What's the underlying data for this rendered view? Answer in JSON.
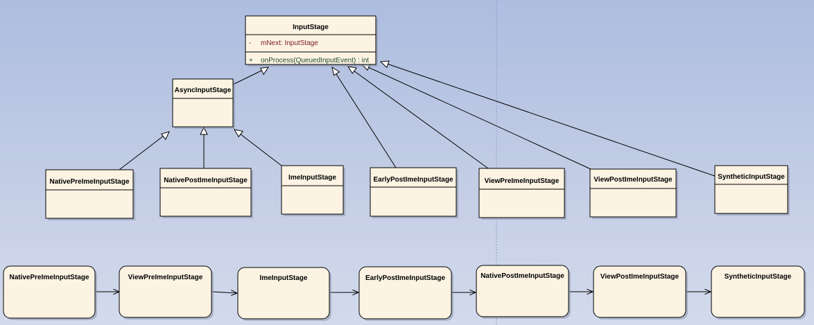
{
  "base_class": {
    "name": "InputStage",
    "attribute": {
      "visibility": "-",
      "text": "mNext:  InputStage"
    },
    "operation": {
      "visibility": "+",
      "text": "onProcess(QueuedInputEvent) : int"
    }
  },
  "async_class": {
    "name": "AsyncInputStage"
  },
  "subclasses": [
    {
      "name": "NativePreImeInputStage"
    },
    {
      "name": "NativePostImeInputStage"
    },
    {
      "name": "ImeInputStage"
    },
    {
      "name": "EarlyPostImeInputStage"
    },
    {
      "name": "ViewPreImeInputStage"
    },
    {
      "name": "ViewPostImeInputStage"
    },
    {
      "name": "SyntheticInputStage"
    }
  ],
  "pipeline": [
    {
      "name": "NativePreImeInputStage"
    },
    {
      "name": "ViewPreImeInputStage"
    },
    {
      "name": "ImeInputStage"
    },
    {
      "name": "EarlyPostImeInputStage"
    },
    {
      "name": "NativePostImeInputStage"
    },
    {
      "name": "ViewPostImeInputStage"
    },
    {
      "name": "SyntheticInputStage"
    }
  ]
}
